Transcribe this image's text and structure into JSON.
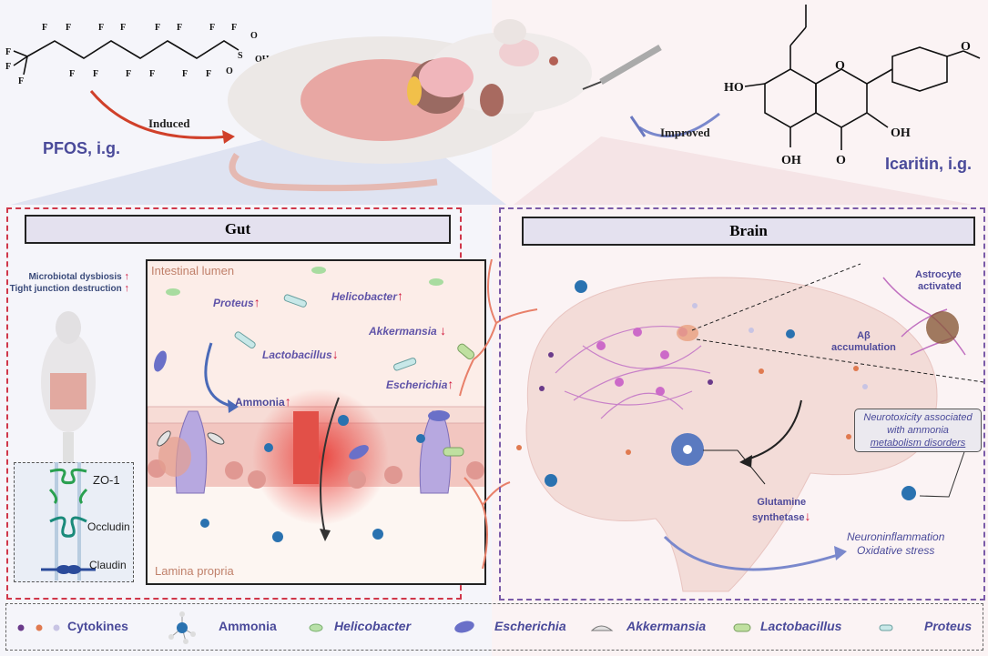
{
  "top": {
    "pfos_label": "PFOS, i.g.",
    "induced_label": "Induced",
    "improved_label": "Improved",
    "icaritin_label": "Icaritin, i.g.",
    "pfos_structure": {
      "fluorines": "F",
      "sulfonate": [
        "S",
        "O",
        "O",
        "OH"
      ]
    },
    "icaritin_structure": {
      "groups": [
        "HO",
        "O",
        "OH",
        "OH",
        "O",
        "O"
      ]
    }
  },
  "gut": {
    "title": "Gut",
    "summary_lines": [
      "Microbiotal dysbiosis",
      "Tight junction destruction"
    ],
    "lumen_label": "Intestinal lumen",
    "lamina_label": "Lamina propria",
    "bacteria": [
      {
        "name": "Proteus",
        "trend": "up"
      },
      {
        "name": "Helicobacter",
        "trend": "up"
      },
      {
        "name": "Akkermansia",
        "trend": "down"
      },
      {
        "name": "Lactobacillus",
        "trend": "down"
      },
      {
        "name": "Escherichia",
        "trend": "up"
      }
    ],
    "ammonia_label": "Ammonia",
    "ammonia_trend": "up",
    "tight_junction": [
      "ZO-1",
      "Occludin",
      "Claudin"
    ]
  },
  "brain": {
    "title": "Brain",
    "astrocyte_label": [
      "Astrocyte",
      "activated"
    ],
    "abeta_label": [
      "Aβ",
      "accumulation"
    ],
    "neurotox_label": [
      "Neurotoxicity associated",
      "with ammonia",
      "metabolism disorders"
    ],
    "glutamine_label": [
      "Glutamine",
      "synthetase"
    ],
    "glutamine_trend": "down",
    "outcome_label": [
      "Neuroninflammation",
      "Oxidative stress"
    ]
  },
  "legend": {
    "items": [
      {
        "label": "Cytokines",
        "icon": "cytokine-dots-icon",
        "italic": false
      },
      {
        "label": "Ammonia",
        "icon": "ammonium-molecule-icon",
        "italic": false
      },
      {
        "label": "Helicobacter",
        "icon": "helicobacter-icon",
        "italic": true
      },
      {
        "label": "Escherichia",
        "icon": "escherichia-icon",
        "italic": true
      },
      {
        "label": "Akkermansia",
        "icon": "akkermansia-icon",
        "italic": true
      },
      {
        "label": "Lactobacillus",
        "icon": "lactobacillus-icon",
        "italic": true
      },
      {
        "label": "Proteus",
        "icon": "proteus-icon",
        "italic": true
      }
    ]
  },
  "colors": {
    "gut_border": "#d0374a",
    "brain_border": "#7a5aa8",
    "text_purple": "#4f4a9a",
    "arrow_up": "#d0163a",
    "cytokine_colors": [
      "#6a3a8a",
      "#e07a50",
      "#c8c4e4"
    ]
  }
}
